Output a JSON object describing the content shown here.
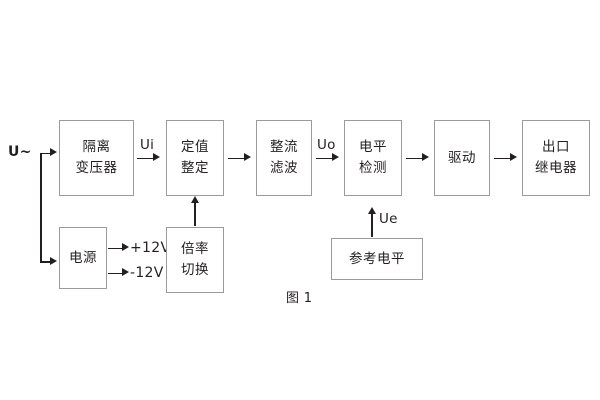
{
  "figure": {
    "caption": "图 1",
    "colors": {
      "block_border": "#9b9b9b",
      "line": "#231f20",
      "text": "#231f20",
      "background": "#ffffff"
    }
  },
  "blocks": [
    {
      "id": "isolation-transformer",
      "lines": [
        "隔离",
        "变压器"
      ]
    },
    {
      "id": "setpoint-setting",
      "lines": [
        "定值",
        "整定"
      ]
    },
    {
      "id": "rectify-filter",
      "lines": [
        "整流",
        "滤波"
      ]
    },
    {
      "id": "level-detection",
      "lines": [
        "电平",
        "检测"
      ]
    },
    {
      "id": "drive",
      "lines": [
        "驱动"
      ]
    },
    {
      "id": "output-relay",
      "lines": [
        "出口",
        "继电器"
      ]
    },
    {
      "id": "power-supply",
      "lines": [
        "电源"
      ]
    },
    {
      "id": "multiplier-switch",
      "lines": [
        "倍率",
        "切换"
      ]
    },
    {
      "id": "reference-level",
      "lines": [
        "参考电平"
      ]
    }
  ],
  "labels": {
    "input_voltage": "U~",
    "ui": "Ui",
    "uo": "Uo",
    "ue": "Ue",
    "positive_12v": "+12V",
    "negative_12v": "-12V"
  }
}
